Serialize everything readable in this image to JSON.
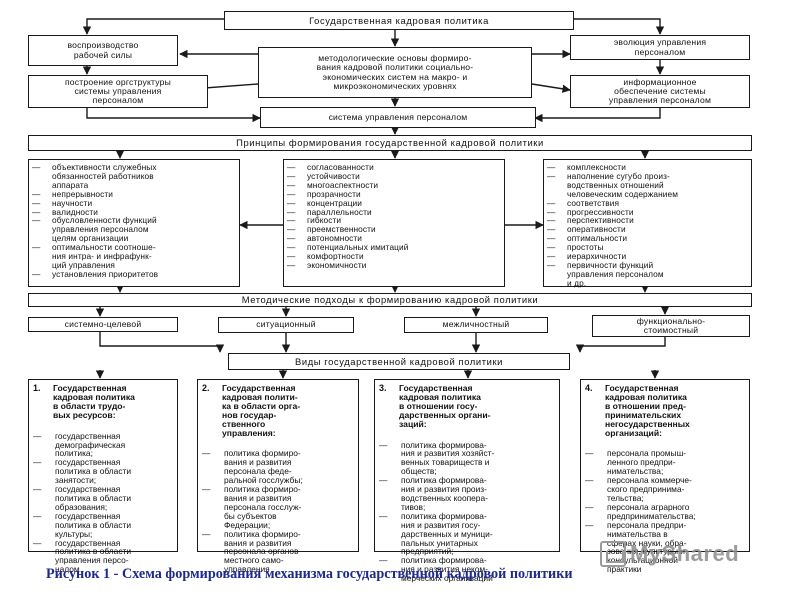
{
  "diagram": {
    "top_title": "Государственная кадровая политика",
    "reproduction": "воспроизводство\nрабочей силы",
    "org_structure": "построение оргструктуры\nсистемы управления\nперсоналом",
    "methodology": "методологические основы формиро-\nвания кадровой политики социально-\nэкономических систем на макро- и\nмикроэкономических уровнях",
    "evolution": "эволюция управления\nперсоналом",
    "info_support": "информационное\nобеспечение системы\nуправления персоналом",
    "management_system": "система управления персоналом",
    "principles_title": "Принципы формирования государственной кадровой политики",
    "principles_left": [
      "объективности служебных\nобязанностей работников\nаппарата",
      "непрерывности",
      "научности",
      "валидности",
      "обусловленности функций\nуправления персоналом\nцелям организации",
      "оптимальности соотноше-\nния интра- и инфрафунк-\nций управления",
      "установления приоритетов"
    ],
    "principles_center": [
      "согласованности",
      "устойчивости",
      "многоаспектности",
      "прозрачности",
      "концентрации",
      "параллельности",
      "гибкости",
      "преемственности",
      "автономности",
      "потенциальных имитаций",
      "комфортности",
      "экономичности"
    ],
    "principles_right": [
      "комплексности",
      "наполнение сугубо произ-\nводственных отношений\nчеловеческим содержанием",
      "соответствия",
      "прогрессивности",
      "перспективности",
      "оперативности",
      "оптимальности",
      "простоты",
      "иерархичности",
      "первичности функций\nуправления персоналом\nи др."
    ],
    "approaches_title": "Методические подходы к формированию кадровой политики",
    "approaches": [
      "системно-целевой",
      "ситуационный",
      "межличностный",
      "функционально-\nстоимостный"
    ],
    "types_title": "Виды государственной кадровой политики",
    "types": [
      {
        "number": "1.",
        "heading": "Государственная\nкадровая политика\nв области трудо-\nвых ресурсов:",
        "items": [
          "государственная\nдемографическая\nполитика;",
          "государственная\nполитика в области\nзанятости;",
          "государственная\nполитика в области\nобразования;",
          "государственная\nполитика в области\nкультуры;",
          "государственная\nполитика в области\nуправления персо-\nналом"
        ]
      },
      {
        "number": "2.",
        "heading": "Государственная\nкадровая полити-\nка в области орга-\nнов государ-\nственного\nуправления:",
        "items": [
          "политика формиро-\nвания и развития\nперсонала феде-\nральной госслужбы;",
          "политика формиро-\nвания и развития\nперсонала госслуж-\nбы субъектов\nФедерации;",
          "политика формиро-\nвания и развития\nперсонала органов\nместного само-\nуправления"
        ]
      },
      {
        "number": "3.",
        "heading": "Государственная\nкадровая политика\nв отношении госу-\nдарственных органи-\nзаций:",
        "items": [
          "политика формирова-\nния и развития хозяйст-\nвенных товариществ и\nобществ;",
          "политика формирова-\nния и развития произ-\nводственных коопера-\nтивов;",
          "политика формирова-\nния и развития госу-\nдарственных и муници-\nпальных унитарных\nпредприятий;",
          "политика формирова-\nния и развития неком-\nмерческих организаций"
        ]
      },
      {
        "number": "4.",
        "heading": "Государственная\nкадровая политика\nв отношении пред-\nпринимательских\nнегосударственных\nорганизаций:",
        "items": [
          "персонала промыш-\nленного предпри-\nнимательства;",
          "персонала коммерче-\nского предпринима-\nтельства;",
          "персонала аграрного\nпредпринимательства;",
          "персонала предпри-\nнимательства в\nсферах науки, обра-\nзования, культуры и\nконсультационной\nпрактики"
        ]
      }
    ],
    "dash": "—"
  },
  "caption": "Рисунок 1 -  Схема формирования механизма государственной кадровой политики",
  "watermark": "MyShared"
}
